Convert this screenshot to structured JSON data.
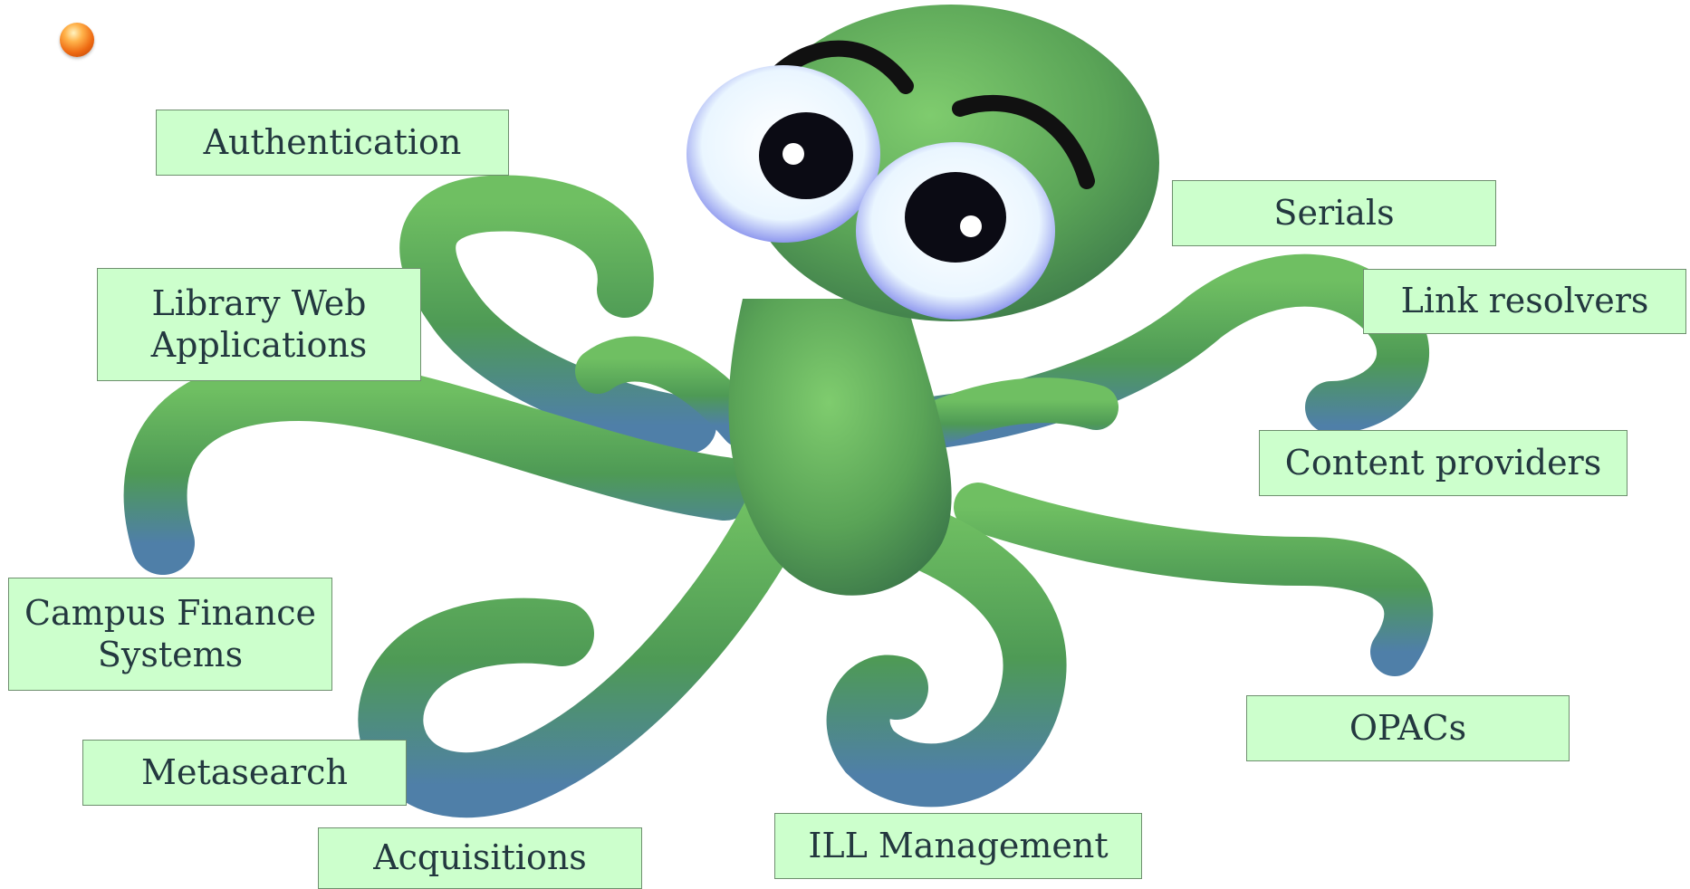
{
  "labels": {
    "authentication": "Authentication",
    "library_web_line1": "Library Web",
    "library_web_line2": "Applications",
    "campus_finance_line1": "Campus Finance",
    "campus_finance_line2": "Systems",
    "metasearch": "Metasearch",
    "acquisitions": "Acquisitions",
    "ill_management": "ILL Management",
    "opacs": "OPACs",
    "content_providers": "Content providers",
    "link_resolvers": "Link resolvers",
    "serials": "Serials"
  },
  "colors": {
    "label_fill": "#ccffcc",
    "label_border": "#6e8f6e",
    "octopus_body": "#5fae5a",
    "octopus_shade": "#4f8fa0",
    "bullet": "#ee6a12"
  },
  "icons": {
    "bullet": "orange-sphere-bullet",
    "mascot": "cartoon-octopus"
  }
}
